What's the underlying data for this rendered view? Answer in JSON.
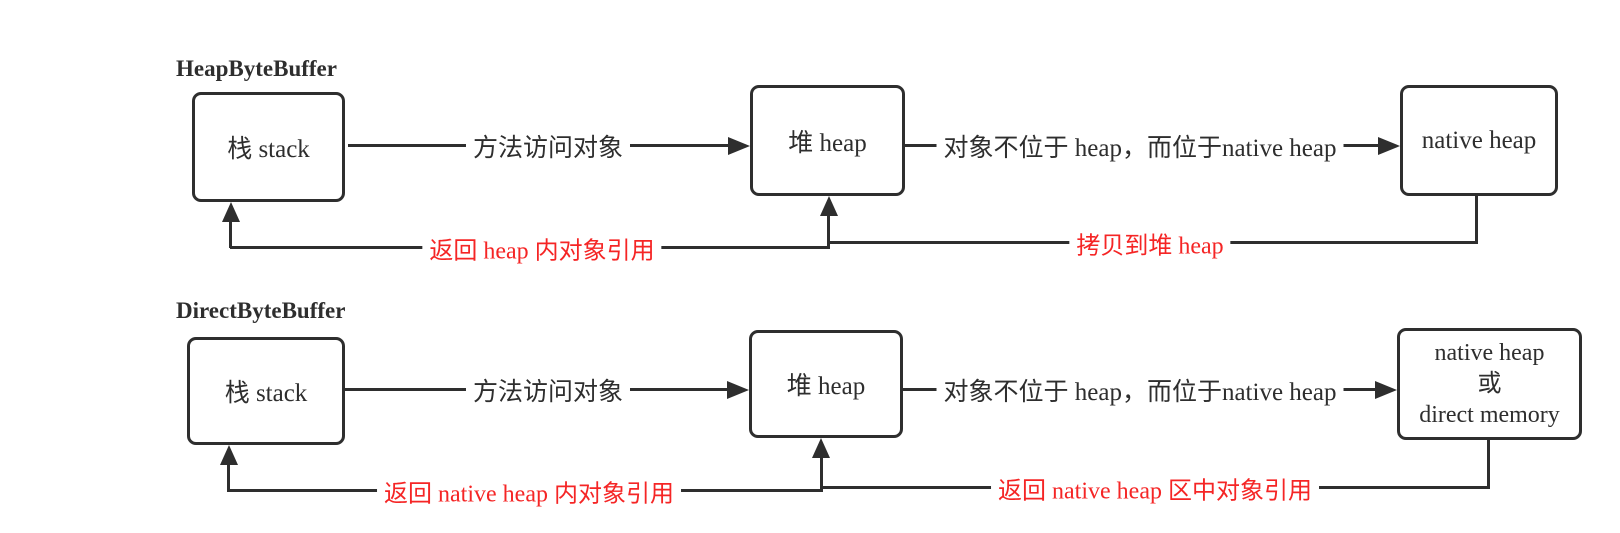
{
  "colors": {
    "line": "#2e2e2e",
    "text": "#2e2e2e",
    "red_label": "#f52525",
    "background": "#ffffff"
  },
  "diagrams": [
    {
      "title": "HeapByteBuffer",
      "boxes": [
        {
          "label": "栈 stack"
        },
        {
          "label": "堆 heap"
        },
        {
          "label": "native heap"
        }
      ],
      "edges": [
        {
          "label": "方法访问对象"
        },
        {
          "label": "对象不位于 heap，而位于native heap"
        },
        {
          "label": "返回 heap 内对象引用"
        },
        {
          "label": "拷贝到堆 heap"
        }
      ]
    },
    {
      "title": "DirectByteBuffer",
      "boxes": [
        {
          "label": "栈 stack"
        },
        {
          "label": "堆 heap"
        },
        {
          "label_lines": [
            "native heap",
            "或",
            "direct memory"
          ]
        }
      ],
      "edges": [
        {
          "label": "方法访问对象"
        },
        {
          "label": "对象不位于 heap，而位于native heap"
        },
        {
          "label": "返回 native heap 内对象引用"
        },
        {
          "label": "返回 native heap 区中对象引用"
        }
      ]
    }
  ]
}
